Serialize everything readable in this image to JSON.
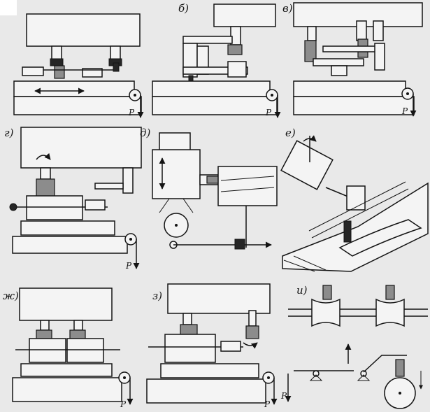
{
  "figure": {
    "panels": [
      {
        "key": "a",
        "label": "",
        "force_label": "P"
      },
      {
        "key": "b",
        "label": "б)",
        "force_label": "P"
      },
      {
        "key": "v",
        "label": "в)",
        "force_label": "P"
      },
      {
        "key": "g",
        "label": "г)",
        "force_label": "P"
      },
      {
        "key": "d",
        "label": "д)",
        "force_label": ""
      },
      {
        "key": "e",
        "label": "е)",
        "force_label": ""
      },
      {
        "key": "zh",
        "label": "ж)",
        "force_label": "P"
      },
      {
        "key": "z",
        "label": "з)",
        "force_label": "P"
      },
      {
        "key": "i",
        "label": "и)",
        "force_label": "P"
      }
    ],
    "colors": {
      "ink": "#141414",
      "paper": "#e9e9e9",
      "metal": "#8c8c8c"
    }
  }
}
